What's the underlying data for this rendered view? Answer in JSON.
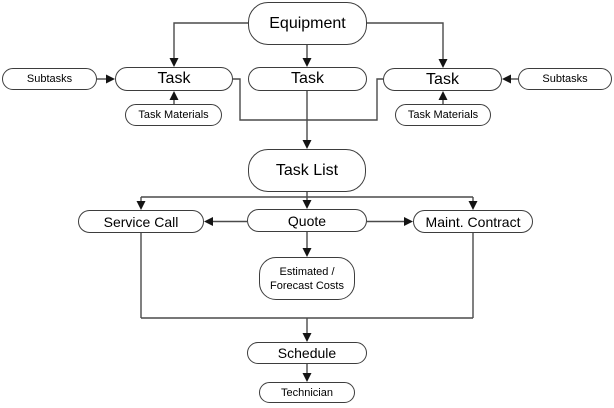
{
  "diagram": {
    "type": "flowchart",
    "colors": {
      "background": "#ffffff",
      "node_stroke": "#3d3d3d",
      "line": "#4a4a4a",
      "arrowhead": "#141414",
      "text": "#000000"
    },
    "nodes": {
      "equipment": {
        "label": "Equipment"
      },
      "task_left": {
        "label": "Task"
      },
      "task_center": {
        "label": "Task"
      },
      "task_right": {
        "label": "Task"
      },
      "subtasks_left": {
        "label": "Subtasks"
      },
      "subtasks_right": {
        "label": "Subtasks"
      },
      "task_materials_left": {
        "label": "Task Materials"
      },
      "task_materials_right": {
        "label": "Task Materials"
      },
      "task_list": {
        "label": "Task List"
      },
      "service_call": {
        "label": "Service Call"
      },
      "quote": {
        "label": "Quote"
      },
      "maint_contract": {
        "label": "Maint. Contract"
      },
      "estimated_costs": {
        "label": "Estimated /",
        "label2": "Forecast Costs"
      },
      "schedule": {
        "label": "Schedule"
      },
      "technician": {
        "label": "Technician"
      }
    },
    "edges": [
      {
        "from": "equipment",
        "to": "task_left",
        "arrow": true
      },
      {
        "from": "equipment",
        "to": "task_center",
        "arrow": true
      },
      {
        "from": "equipment",
        "to": "task_right",
        "arrow": true
      },
      {
        "from": "subtasks_left",
        "to": "task_left",
        "arrow": true
      },
      {
        "from": "subtasks_right",
        "to": "task_right",
        "arrow": true
      },
      {
        "from": "task_materials_left",
        "to": "task_left",
        "arrow": true
      },
      {
        "from": "task_materials_right",
        "to": "task_right",
        "arrow": true
      },
      {
        "from": "task_left",
        "to": "task_list",
        "arrow": false
      },
      {
        "from": "task_right",
        "to": "task_list",
        "arrow": false
      },
      {
        "from": "task_center",
        "to": "task_list",
        "arrow": true
      },
      {
        "from": "task_list",
        "to": "service_call",
        "arrow": true
      },
      {
        "from": "task_list",
        "to": "quote",
        "arrow": true
      },
      {
        "from": "task_list",
        "to": "maint_contract",
        "arrow": true
      },
      {
        "from": "quote",
        "to": "service_call",
        "arrow": true
      },
      {
        "from": "quote",
        "to": "maint_contract",
        "arrow": true
      },
      {
        "from": "quote",
        "to": "estimated_costs",
        "arrow": true
      },
      {
        "from": "service_call",
        "to": "schedule",
        "arrow": true
      },
      {
        "from": "maint_contract",
        "to": "schedule",
        "arrow": true
      },
      {
        "from": "schedule",
        "to": "technician",
        "arrow": true
      }
    ]
  }
}
